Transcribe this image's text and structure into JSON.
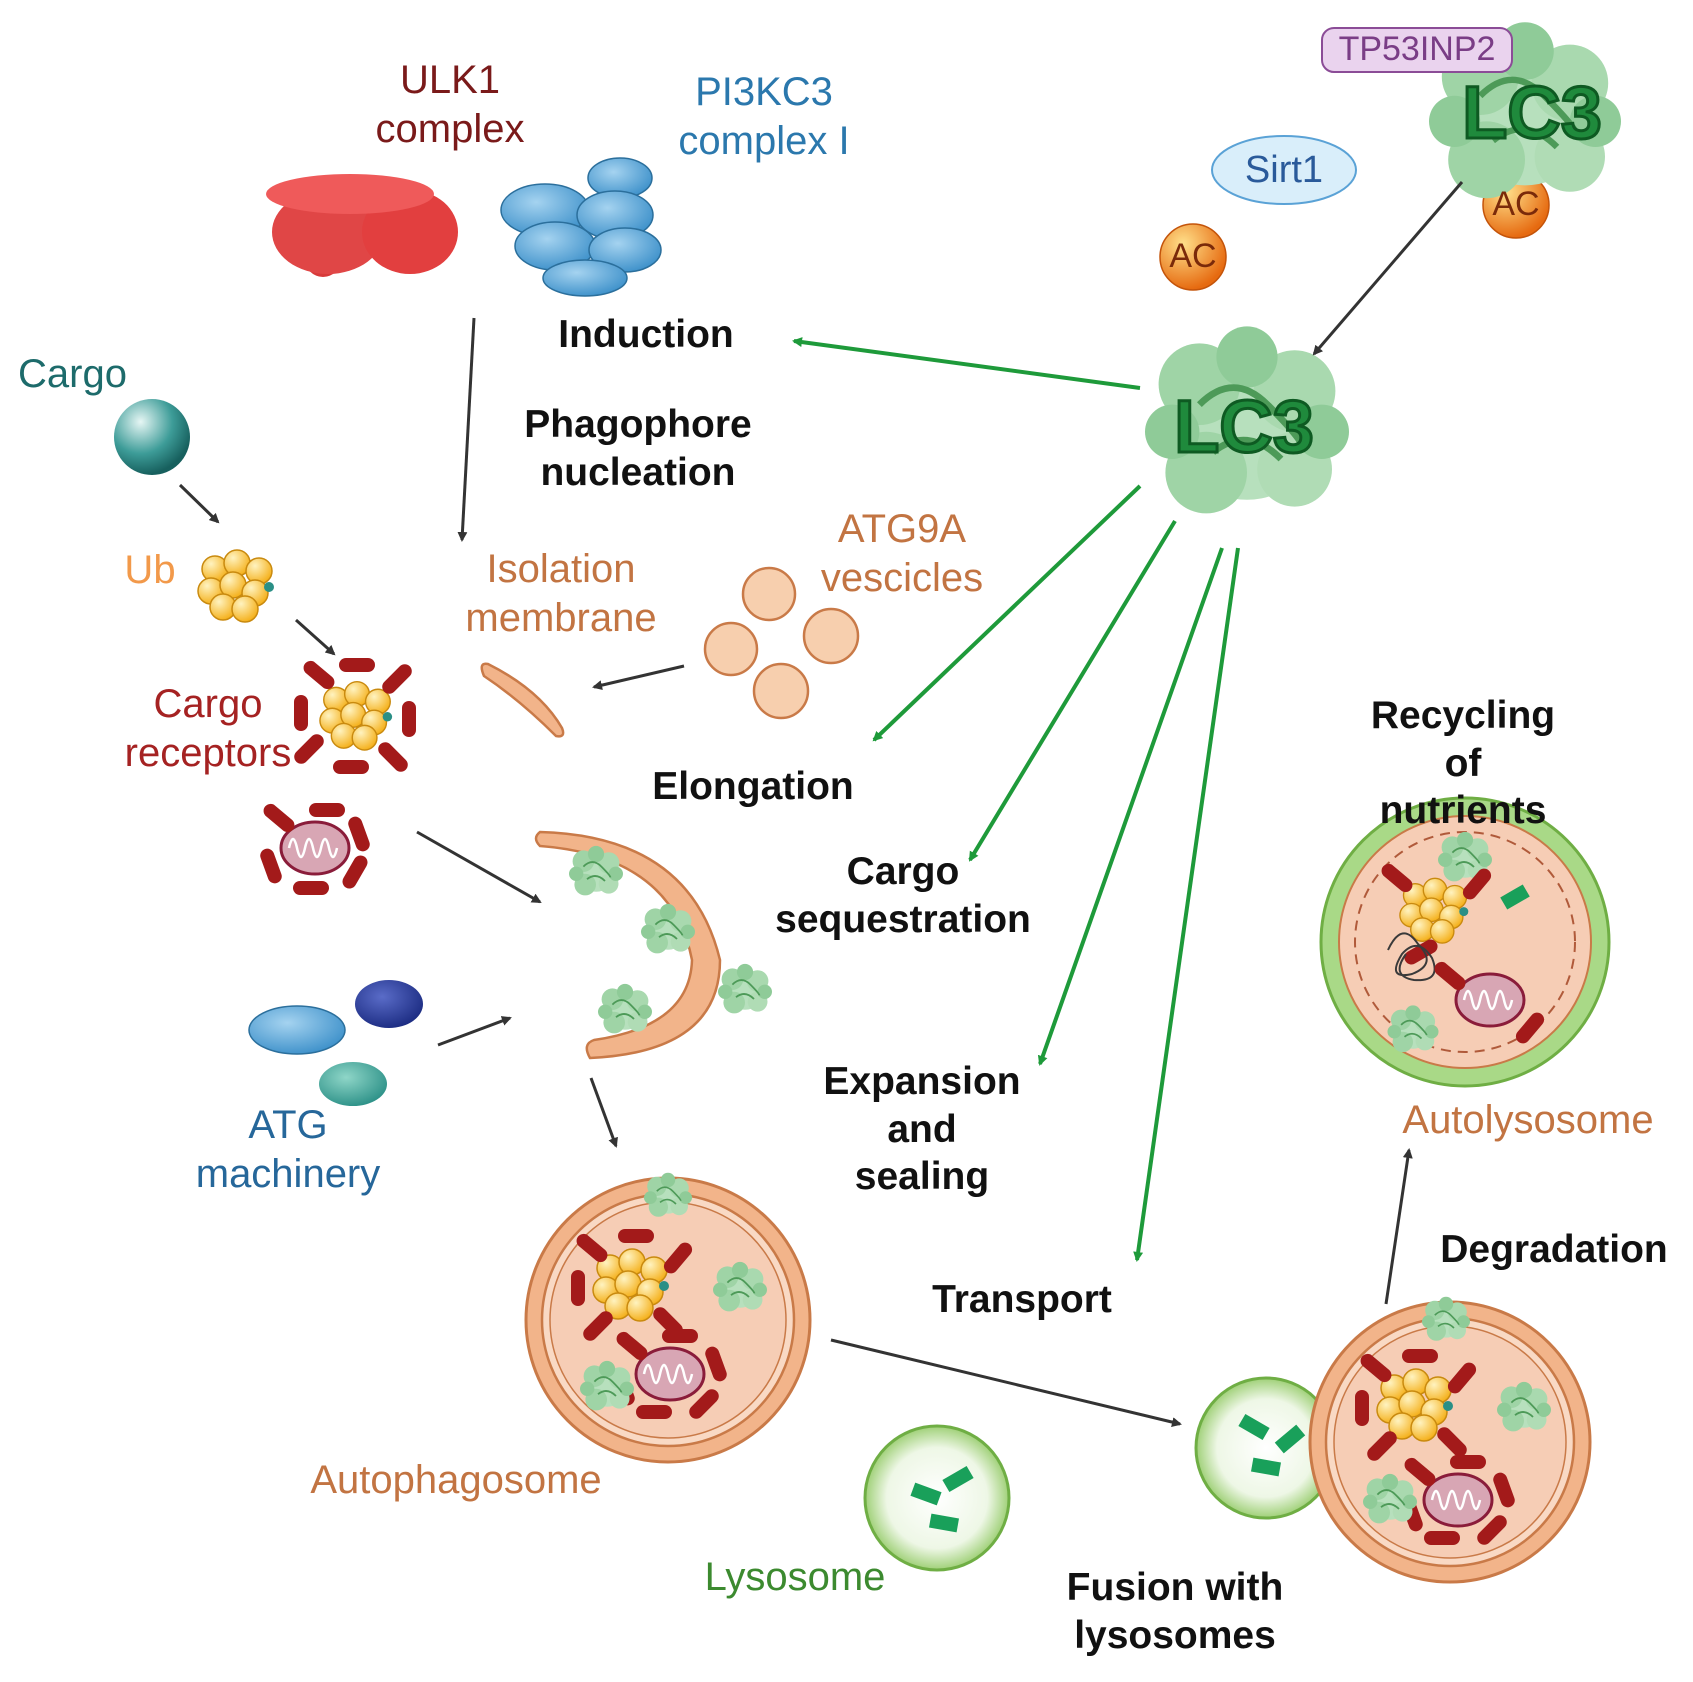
{
  "labels": {
    "ulk1": "ULK1\ncomplex",
    "pi3kc3": "PI3KC3\ncomplex I",
    "tp53inp2": "TP53INP2",
    "lc3_top": "LC3",
    "sirt1": "Sirt1",
    "ac": "AC",
    "induction": "Induction",
    "lc3_center": "LC3",
    "cargo": "Cargo",
    "phagophore": "Phagophore\nnucleation",
    "ub": "Ub",
    "isolation": "Isolation\nmembrane",
    "atg9a": "ATG9A\nvescicles",
    "cargo_receptors": "Cargo\nreceptors",
    "elongation": "Elongation",
    "recycling": "Recycling of\nnutrients",
    "cargo_seq": "Cargo\nsequestration",
    "expansion": "Expansion\nand\nsealing",
    "atg_machinery": "ATG\nmachinery",
    "autolysosome": "Autolysosome",
    "degradation": "Degradation",
    "transport": "Transport",
    "autophagosome": "Autophagosome",
    "lysosome": "Lysosome",
    "fusion": "Fusion with\nlysosomes"
  },
  "colors": {
    "green_arrow": "#1e9a3a",
    "black_arrow": "#333333",
    "ulk1_red": "#e84545",
    "pi3k_blue": "#5ba8dc",
    "membrane_orange": "#f2b48a",
    "lysosome_green": "#8cc866",
    "receptor_red": "#a31a1a",
    "ub_yellow": "#fcc93a",
    "ac_orange": "#f08a1c"
  }
}
